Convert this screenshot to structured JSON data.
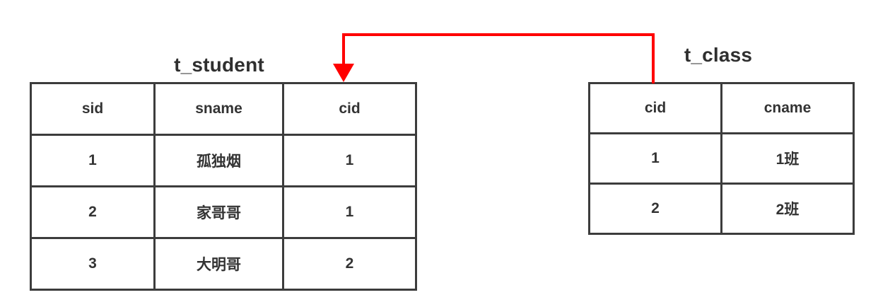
{
  "diagram": {
    "type": "er-foreign-key-diagram",
    "background_color": "#ffffff",
    "border_color": "#3c3c3c",
    "text_color": "#333333",
    "relation_color": "#ff0000"
  },
  "tables": {
    "student": {
      "title": "t_student",
      "columns": [
        "sid",
        "sname",
        "cid"
      ],
      "rows": [
        [
          "1",
          "孤独烟",
          "1"
        ],
        [
          "2",
          "家哥哥",
          "1"
        ],
        [
          "3",
          "大明哥",
          "2"
        ]
      ]
    },
    "class": {
      "title": "t_class",
      "columns": [
        "cid",
        "cname"
      ],
      "rows": [
        [
          "1",
          "1班"
        ],
        [
          "2",
          "2班"
        ]
      ]
    }
  },
  "relation": {
    "label": "",
    "from_table": "t_class",
    "from_column": "cid",
    "to_table": "t_student",
    "to_column": "cid",
    "arrow": "down-arrowhead"
  }
}
